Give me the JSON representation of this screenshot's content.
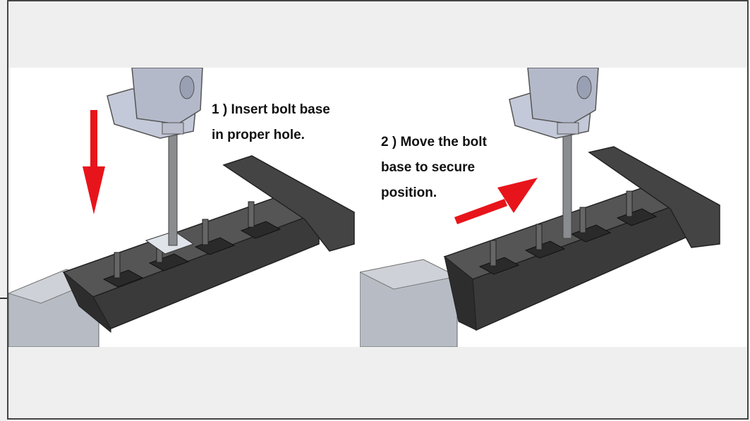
{
  "steps": [
    {
      "line1": "1 ) Insert bolt base",
      "line2": "in proper hole."
    },
    {
      "line1": "2 ) Move the bolt",
      "line2": "base to secure",
      "line3": "position."
    }
  ],
  "colors": {
    "arrow": "#e8141b",
    "rail": "#b7bcc4",
    "bracket": "#3a3a3a",
    "bracket_top": "#555555",
    "bolt_head": "#c4c9d9",
    "bolt_shaft": "#8a8c8f"
  },
  "icons": [
    "down-arrow-icon",
    "diagonal-arrow-icon"
  ]
}
